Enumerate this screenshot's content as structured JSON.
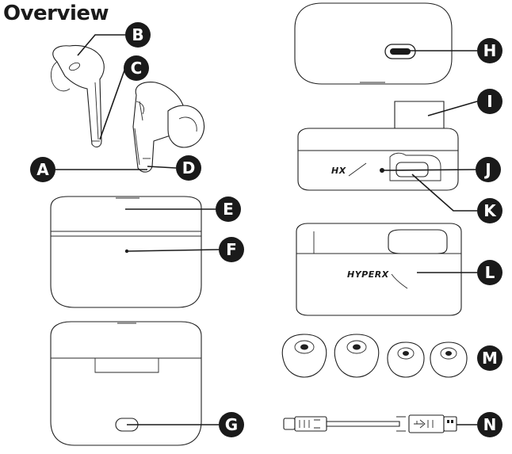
{
  "title": "Overview",
  "callout_color": "#1a1a1a",
  "callouts": [
    {
      "id": "a",
      "letter": "A",
      "part": "earbud-microphone"
    },
    {
      "id": "b",
      "letter": "B",
      "part": "earbud-sensor"
    },
    {
      "id": "c",
      "letter": "C",
      "part": "earbud-charging-contacts"
    },
    {
      "id": "d",
      "letter": "D",
      "part": "earbud-touch-area"
    },
    {
      "id": "e",
      "letter": "E",
      "part": "charging-case"
    },
    {
      "id": "f",
      "letter": "F",
      "part": "case-led-indicator"
    },
    {
      "id": "g",
      "letter": "G",
      "part": "case-usb-c-port"
    },
    {
      "id": "h",
      "letter": "H",
      "part": "case-usb-c-port-back"
    },
    {
      "id": "i",
      "letter": "I",
      "part": "usb-c-adapter-plug"
    },
    {
      "id": "j",
      "letter": "J",
      "part": "adapter-led"
    },
    {
      "id": "k",
      "letter": "K",
      "part": "adapter-usb-c-port"
    },
    {
      "id": "l",
      "letter": "L",
      "part": "adapter-dock"
    },
    {
      "id": "m",
      "letter": "M",
      "part": "ear-tips"
    },
    {
      "id": "n",
      "letter": "N",
      "part": "usb-cable"
    }
  ],
  "brand_dock": "HYPERX",
  "brand_adapter": "HX"
}
